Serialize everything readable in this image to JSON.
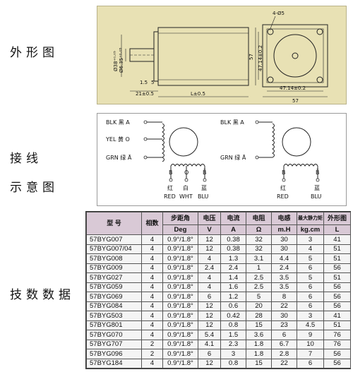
{
  "labels": {
    "outline": "外形图",
    "wiring_line1": "接线",
    "wiring_line2": "示意图",
    "specs": "技数数据"
  },
  "outline": {
    "dims": {
      "dia38": "Ø38⁺⁰·⁰⁵",
      "dia635": "Ø6.35⁺⁰·⁰⁵",
      "d57v": "57",
      "d4714v": "47.14±0.2",
      "holes": "4-Ø5",
      "d15": "1.5",
      "d5": "5",
      "d21": "21±0.5",
      "dL": "L±0.5",
      "d4714h": "47.14±0.2",
      "d57h": "57"
    }
  },
  "wiring": {
    "left": {
      "blk": "BLK 黑 A",
      "yel": "YEL 黄 O",
      "grn": "GRN 绿 Ā",
      "top_b": "B",
      "top_o": "O",
      "top_bbar": "B̄",
      "red_cn": "红",
      "red_en": "RED",
      "wht_cn": "白",
      "wht_en": "WHT",
      "blu_cn": "蓝",
      "blu_en": "BLU"
    },
    "right": {
      "blk": "BLK 黑 A",
      "grn": "GRN 绿 Ā",
      "top_b": "B",
      "top_bbar": "B̄",
      "red_cn": "红",
      "red_en": "RED",
      "blu_cn": "蓝",
      "blu_en": "BLU"
    }
  },
  "specs": {
    "headers_top": [
      "型  号",
      "相数",
      "步距角",
      "电压",
      "电流",
      "电阻",
      "电感",
      "最大静力矩",
      "外形图"
    ],
    "headers_sub": [
      "Deg",
      "V",
      "A",
      "Ω",
      "m.H",
      "kg.cm",
      "L"
    ],
    "rows": [
      [
        "57BYG007",
        "4",
        "0.9°/1.8°",
        "12",
        "0.38",
        "32",
        "30",
        "3",
        "41"
      ],
      [
        "57BYG007/04",
        "4",
        "0.9°/1.8°",
        "12",
        "0.38",
        "32",
        "30",
        "4",
        "51"
      ],
      [
        "57BYG008",
        "4",
        "0.9°/1.8°",
        "4",
        "1.3",
        "3.1",
        "4.4",
        "5",
        "51"
      ],
      [
        "57BYG009",
        "4",
        "0.9°/1.8°",
        "2.4",
        "2.4",
        "1",
        "2.4",
        "6",
        "56"
      ],
      [
        "57BYG027",
        "4",
        "0.9°/1.8°",
        "4",
        "1.4",
        "2.5",
        "3.5",
        "5",
        "51"
      ],
      [
        "57BYG059",
        "4",
        "0.9°/1.8°",
        "4",
        "1.6",
        "2.5",
        "3.5",
        "6",
        "56"
      ],
      [
        "57BYG069",
        "4",
        "0.9°/1.8°",
        "6",
        "1.2",
        "5",
        "8",
        "6",
        "56"
      ],
      [
        "57BYG084",
        "4",
        "0.9°/1.8°",
        "12",
        "0.6",
        "20",
        "22",
        "6",
        "56"
      ],
      [
        "57BYG503",
        "4",
        "0.9°/1.8°",
        "12",
        "0.42",
        "28",
        "30",
        "3",
        "41"
      ],
      [
        "57BYG801",
        "4",
        "0.9°/1.8°",
        "12",
        "0.8",
        "15",
        "23",
        "4.5",
        "51"
      ],
      [
        "57BYG070",
        "4",
        "0.9°/1.8°",
        "5.4",
        "1.5",
        "3.6",
        "6",
        "9",
        "76"
      ],
      [
        "57BYG707",
        "2",
        "0.9°/1.8°",
        "4.1",
        "2.3",
        "1.8",
        "6.7",
        "10",
        "76"
      ],
      [
        "57BYG096",
        "2",
        "0.9°/1.8°",
        "6",
        "3",
        "1.8",
        "2.8",
        "7",
        "56"
      ],
      [
        "57BYG184",
        "4",
        "0.9°/1.8°",
        "12",
        "0.8",
        "15",
        "22",
        "6",
        "56"
      ]
    ]
  }
}
